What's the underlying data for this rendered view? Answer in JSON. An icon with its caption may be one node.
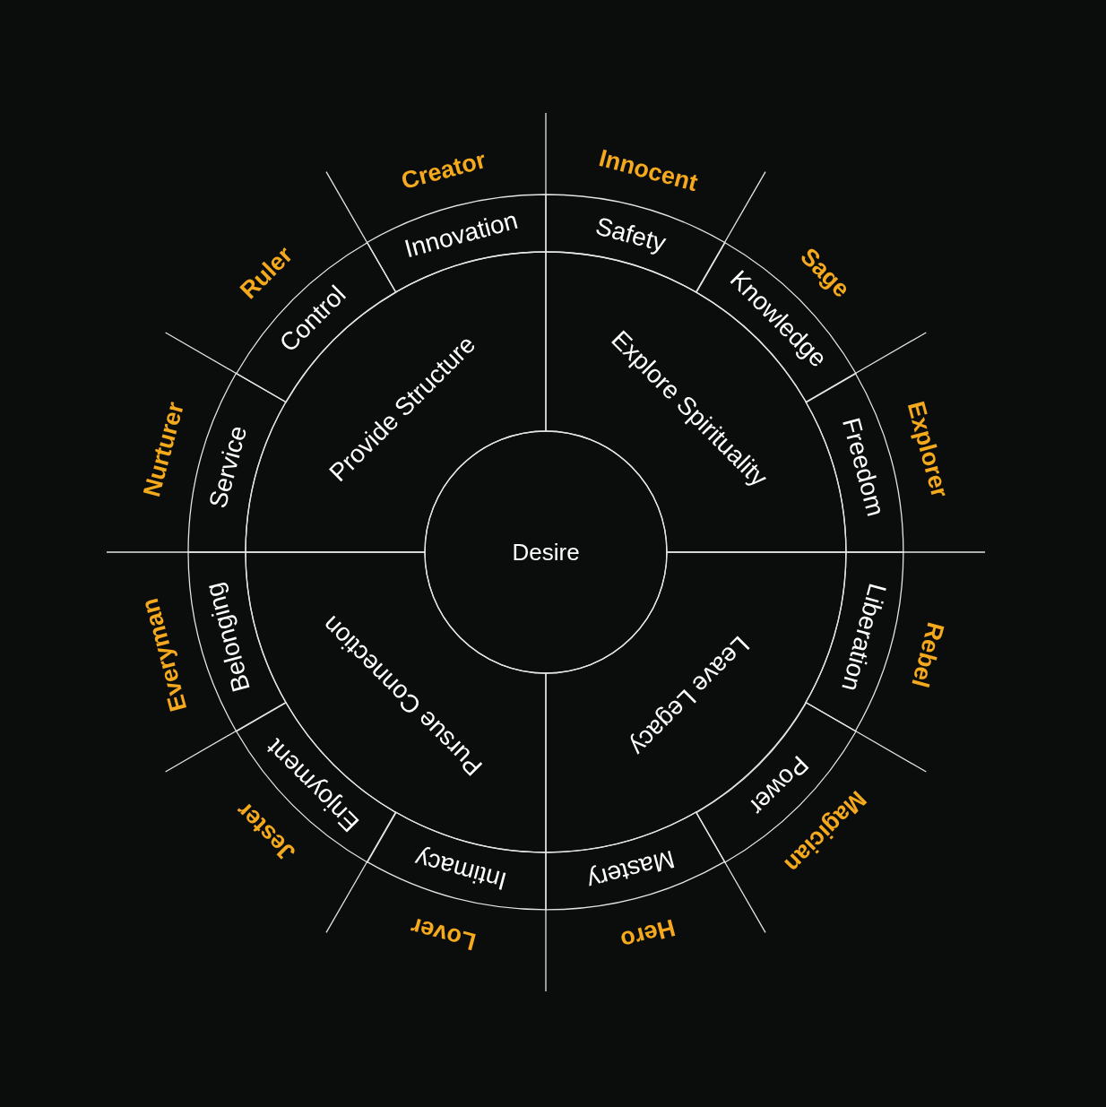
{
  "diagram": {
    "nodes": [
      {
        "text": [
          "Desire"
        ]
      },
      {
        "text": [
          "Explore Spirituality"
        ]
      },
      {
        "text": [
          "Leave Legacy"
        ]
      },
      {
        "text": [
          "Pursue Connection"
        ]
      },
      {
        "text": [
          "Provide Structure"
        ]
      },
      {
        "text": [
          "Innocent",
          "Safety"
        ]
      },
      {
        "text": [
          "Sage",
          "Knowledge"
        ]
      },
      {
        "text": [
          "Explorer",
          "Freedom"
        ]
      },
      {
        "text": [
          "Rebel",
          "Liberation"
        ]
      },
      {
        "text": [
          "Magician",
          "Power"
        ]
      },
      {
        "text": [
          "Hero",
          "Mastery"
        ]
      },
      {
        "text": [
          "Lover",
          "Intimacy"
        ]
      },
      {
        "text": [
          "Jester",
          "Enjoyment"
        ]
      },
      {
        "text": [
          "Everyman",
          "Belonging"
        ]
      },
      {
        "text": [
          "Nurturer",
          "Service"
        ]
      },
      {
        "text": [
          "Ruler",
          "Control"
        ]
      },
      {
        "text": [
          "Creator",
          "Innovation"
        ]
      }
    ]
  }
}
